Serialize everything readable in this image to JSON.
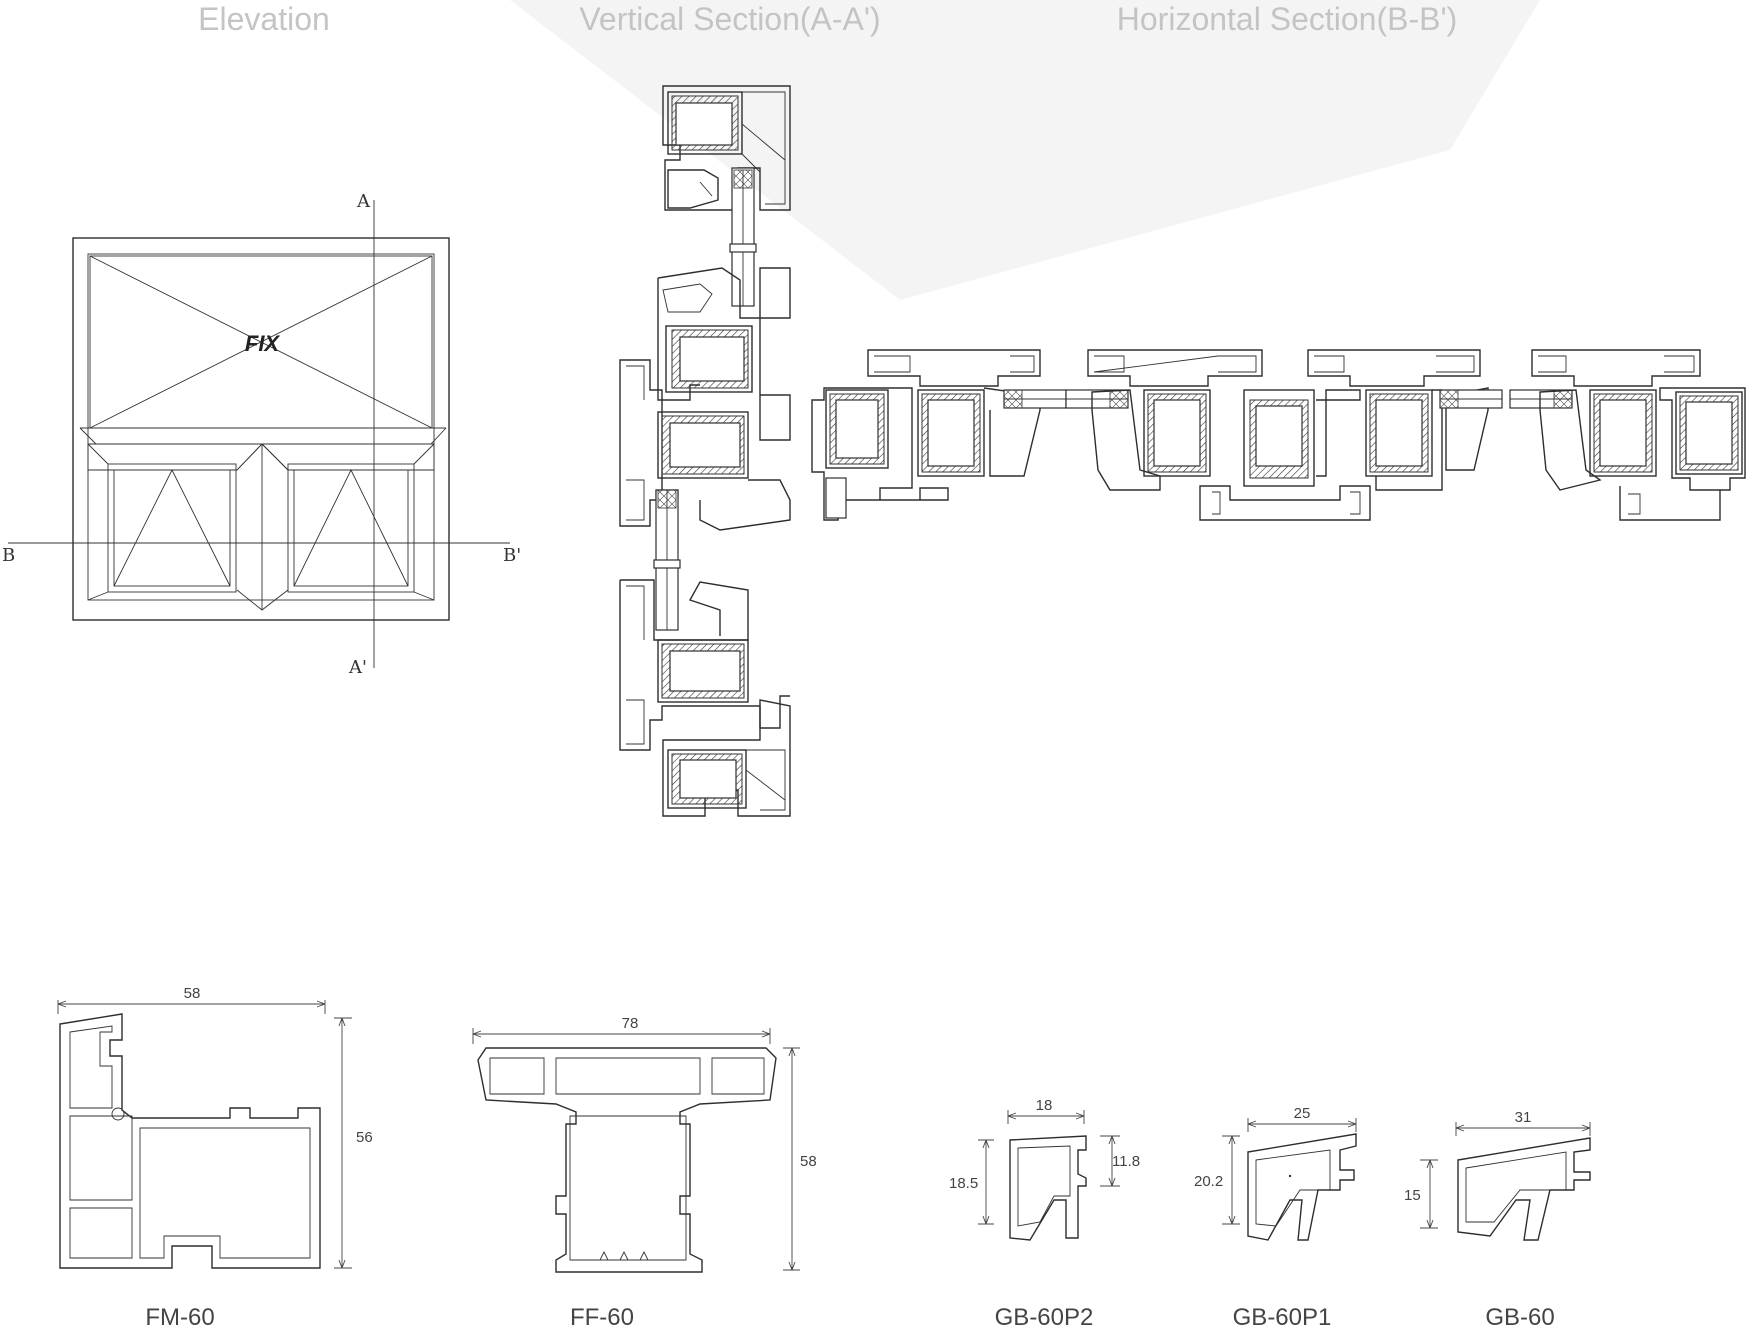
{
  "headers": {
    "elevation": "Elevation",
    "vertical_section": "Vertical Section(A-A')",
    "horizontal_section": "Horizontal Section(B-B')"
  },
  "elevation": {
    "fix_label": "FIX",
    "section_marks": {
      "a": "A",
      "a_prime": "A'",
      "b": "B",
      "b_prime": "B'"
    }
  },
  "profiles": [
    {
      "code": "FM-60",
      "width_dim": "58",
      "height_dim": "56"
    },
    {
      "code": "FF-60",
      "width_dim": "78",
      "height_dim": "58"
    },
    {
      "code": "GB-60P2",
      "width_dim": "18",
      "height_dim": "18.5",
      "lip_dim": "11.8"
    },
    {
      "code": "GB-60P1",
      "width_dim": "25",
      "height_dim": "20.2"
    },
    {
      "code": "GB-60",
      "width_dim": "31",
      "height_dim": "15"
    }
  ]
}
